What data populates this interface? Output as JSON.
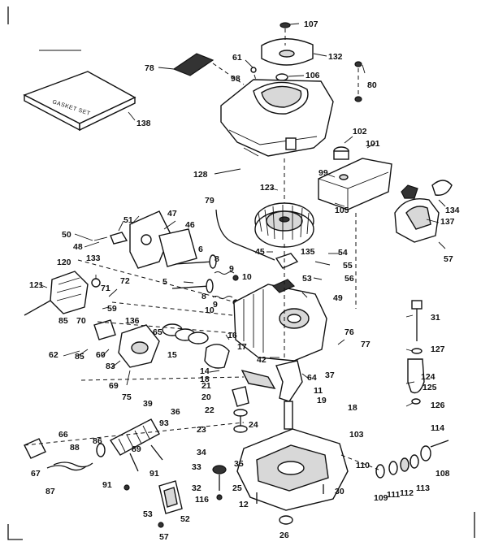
{
  "gasket_set_text": "GASKET SET",
  "labels": [
    {
      "id": "107",
      "text": "107"
    },
    {
      "id": "132",
      "text": "132"
    },
    {
      "id": "78",
      "text": "78"
    },
    {
      "id": "61",
      "text": "61"
    },
    {
      "id": "98",
      "text": "98"
    },
    {
      "id": "106",
      "text": "106"
    },
    {
      "id": "80",
      "text": "80"
    },
    {
      "id": "138",
      "text": "138"
    },
    {
      "id": "102",
      "text": "102"
    },
    {
      "id": "101",
      "text": "101"
    },
    {
      "id": "128",
      "text": "128"
    },
    {
      "id": "99",
      "text": "99"
    },
    {
      "id": "123",
      "text": "123"
    },
    {
      "id": "105",
      "text": "105"
    },
    {
      "id": "134",
      "text": "134"
    },
    {
      "id": "137",
      "text": "137"
    },
    {
      "id": "79",
      "text": "79"
    },
    {
      "id": "47",
      "text": "47"
    },
    {
      "id": "46",
      "text": "46"
    },
    {
      "id": "51",
      "text": "51"
    },
    {
      "id": "50",
      "text": "50"
    },
    {
      "id": "48",
      "text": "48"
    },
    {
      "id": "57a",
      "text": "57"
    },
    {
      "id": "135",
      "text": "135"
    },
    {
      "id": "45",
      "text": "45"
    },
    {
      "id": "54",
      "text": "54"
    },
    {
      "id": "6",
      "text": "6"
    },
    {
      "id": "8a",
      "text": "8"
    },
    {
      "id": "9a",
      "text": "9"
    },
    {
      "id": "55",
      "text": "55"
    },
    {
      "id": "120",
      "text": "120"
    },
    {
      "id": "133",
      "text": "133"
    },
    {
      "id": "10a",
      "text": "10"
    },
    {
      "id": "53a",
      "text": "53"
    },
    {
      "id": "56",
      "text": "56"
    },
    {
      "id": "5",
      "text": "5"
    },
    {
      "id": "121",
      "text": "121"
    },
    {
      "id": "72",
      "text": "72"
    },
    {
      "id": "71",
      "text": "71"
    },
    {
      "id": "8b",
      "text": "8"
    },
    {
      "id": "9b",
      "text": "9"
    },
    {
      "id": "10b",
      "text": "10"
    },
    {
      "id": "49",
      "text": "49"
    },
    {
      "id": "31",
      "text": "31"
    },
    {
      "id": "59",
      "text": "59"
    },
    {
      "id": "85a",
      "text": "85"
    },
    {
      "id": "70",
      "text": "70"
    },
    {
      "id": "136",
      "text": "136"
    },
    {
      "id": "65",
      "text": "65"
    },
    {
      "id": "16",
      "text": "16"
    },
    {
      "id": "76",
      "text": "76"
    },
    {
      "id": "77",
      "text": "77"
    },
    {
      "id": "62",
      "text": "62"
    },
    {
      "id": "85b",
      "text": "85"
    },
    {
      "id": "60",
      "text": "60"
    },
    {
      "id": "15",
      "text": "15"
    },
    {
      "id": "17",
      "text": "17"
    },
    {
      "id": "42",
      "text": "42"
    },
    {
      "id": "127",
      "text": "127"
    },
    {
      "id": "83",
      "text": "83"
    },
    {
      "id": "14",
      "text": "14"
    },
    {
      "id": "18a",
      "text": "18"
    },
    {
      "id": "64",
      "text": "64"
    },
    {
      "id": "37",
      "text": "37"
    },
    {
      "id": "69",
      "text": "69"
    },
    {
      "id": "21",
      "text": "21"
    },
    {
      "id": "11",
      "text": "11"
    },
    {
      "id": "124",
      "text": "124"
    },
    {
      "id": "75",
      "text": "75"
    },
    {
      "id": "20",
      "text": "20"
    },
    {
      "id": "19",
      "text": "19"
    },
    {
      "id": "125",
      "text": "125"
    },
    {
      "id": "39",
      "text": "39"
    },
    {
      "id": "22",
      "text": "22"
    },
    {
      "id": "18b",
      "text": "18"
    },
    {
      "id": "126",
      "text": "126"
    },
    {
      "id": "36",
      "text": "36"
    },
    {
      "id": "93",
      "text": "93"
    },
    {
      "id": "24",
      "text": "24"
    },
    {
      "id": "66",
      "text": "66"
    },
    {
      "id": "86",
      "text": "86"
    },
    {
      "id": "23",
      "text": "23"
    },
    {
      "id": "103",
      "text": "103"
    },
    {
      "id": "114",
      "text": "114"
    },
    {
      "id": "88",
      "text": "88"
    },
    {
      "id": "89",
      "text": "89"
    },
    {
      "id": "34",
      "text": "34"
    },
    {
      "id": "35",
      "text": "35"
    },
    {
      "id": "67",
      "text": "67"
    },
    {
      "id": "110",
      "text": "110"
    },
    {
      "id": "87",
      "text": "87"
    },
    {
      "id": "91a",
      "text": "91"
    },
    {
      "id": "33",
      "text": "33"
    },
    {
      "id": "108",
      "text": "108"
    },
    {
      "id": "91b",
      "text": "91"
    },
    {
      "id": "113",
      "text": "113"
    },
    {
      "id": "112",
      "text": "112"
    },
    {
      "id": "111",
      "text": "111"
    },
    {
      "id": "109",
      "text": "109"
    },
    {
      "id": "32",
      "text": "32"
    },
    {
      "id": "25",
      "text": "25"
    },
    {
      "id": "30",
      "text": "30"
    },
    {
      "id": "116",
      "text": "116"
    },
    {
      "id": "12",
      "text": "12"
    },
    {
      "id": "53b",
      "text": "53"
    },
    {
      "id": "52",
      "text": "52"
    },
    {
      "id": "26",
      "text": "26"
    },
    {
      "id": "57b",
      "text": "57"
    }
  ]
}
